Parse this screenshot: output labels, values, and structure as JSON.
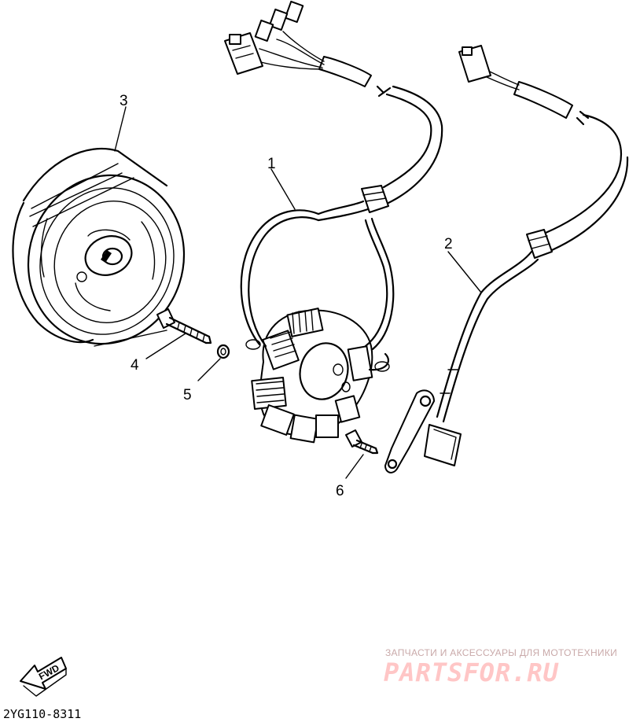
{
  "callouts": [
    "1",
    "2",
    "3",
    "4",
    "5",
    "6"
  ],
  "direction_label": "FWD",
  "diagram_code": "2YG110-8311",
  "watermark": {
    "tagline": "ЗАПЧАСТИ И АКСЕССУАРЫ ДЛЯ МОТОТЕХНИКИ",
    "brand": "PARTSFOR.RU"
  }
}
